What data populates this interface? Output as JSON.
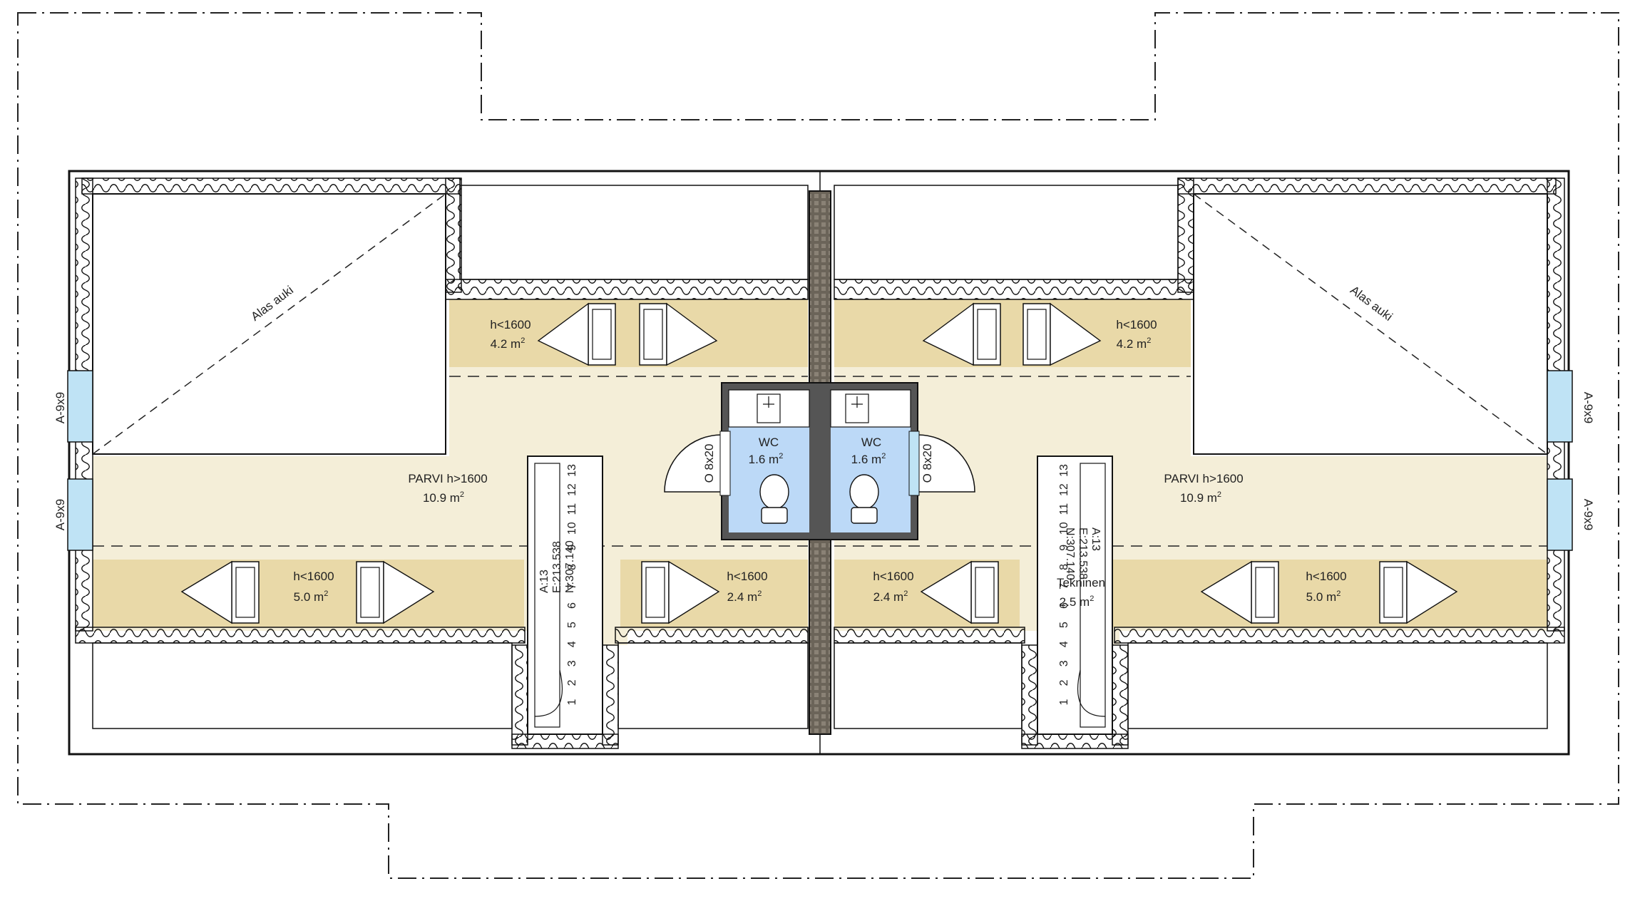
{
  "colors": {
    "attic_fill": "#f4eed8",
    "low_area_fill": "#e9d9a8",
    "wc_fill": "#bcd9f7",
    "window_fill": "#bfe3f5",
    "wall_stroke": "#111111",
    "chimney_fill": "#6b6459"
  },
  "left": {
    "opening_label": "Alas auki",
    "parvi_label": "PARVI h>1600",
    "parvi_area": "10.9 m",
    "top_low_label": "h<1600",
    "top_low_area": "4.2 m",
    "bottom_low_label": "h<1600",
    "bottom_low_area": "5.0 m",
    "mid_low_label": "h<1600",
    "mid_low_area": "2.4 m",
    "wc_label": "WC",
    "wc_area": "1.6 m",
    "door_label": "O 8x20",
    "window_top": "A-9x9",
    "window_bottom": "A-9x9",
    "stair_codes": [
      "A:13",
      "E:213.538",
      "N:307.140"
    ],
    "stair_steps": [
      "1",
      "2",
      "3",
      "4",
      "5",
      "6",
      "7",
      "8",
      "9",
      "10",
      "11",
      "12",
      "13"
    ]
  },
  "right": {
    "opening_label": "Alas auki",
    "parvi_label": "PARVI h>1600",
    "parvi_area": "10.9 m",
    "top_low_label": "h<1600",
    "top_low_area": "4.2 m",
    "bottom_low_label": "h<1600",
    "bottom_low_area": "5.0 m",
    "mid_low_label": "h<1600",
    "mid_low_area": "2.4 m",
    "wc_label": "WC",
    "wc_area": "1.6 m",
    "door_label": "O 8x20",
    "window_top": "A-9x9",
    "window_bottom": "A-9x9",
    "stair_codes": [
      "A:13",
      "E:213.538",
      "N:307.140"
    ],
    "stair_label": "Tekninen",
    "stair_area": "2.5 m",
    "stair_steps": [
      "1",
      "2",
      "3",
      "4",
      "5",
      "6",
      "7",
      "8",
      "9",
      "10",
      "11",
      "12",
      "13"
    ]
  },
  "unit_superscript": "2"
}
